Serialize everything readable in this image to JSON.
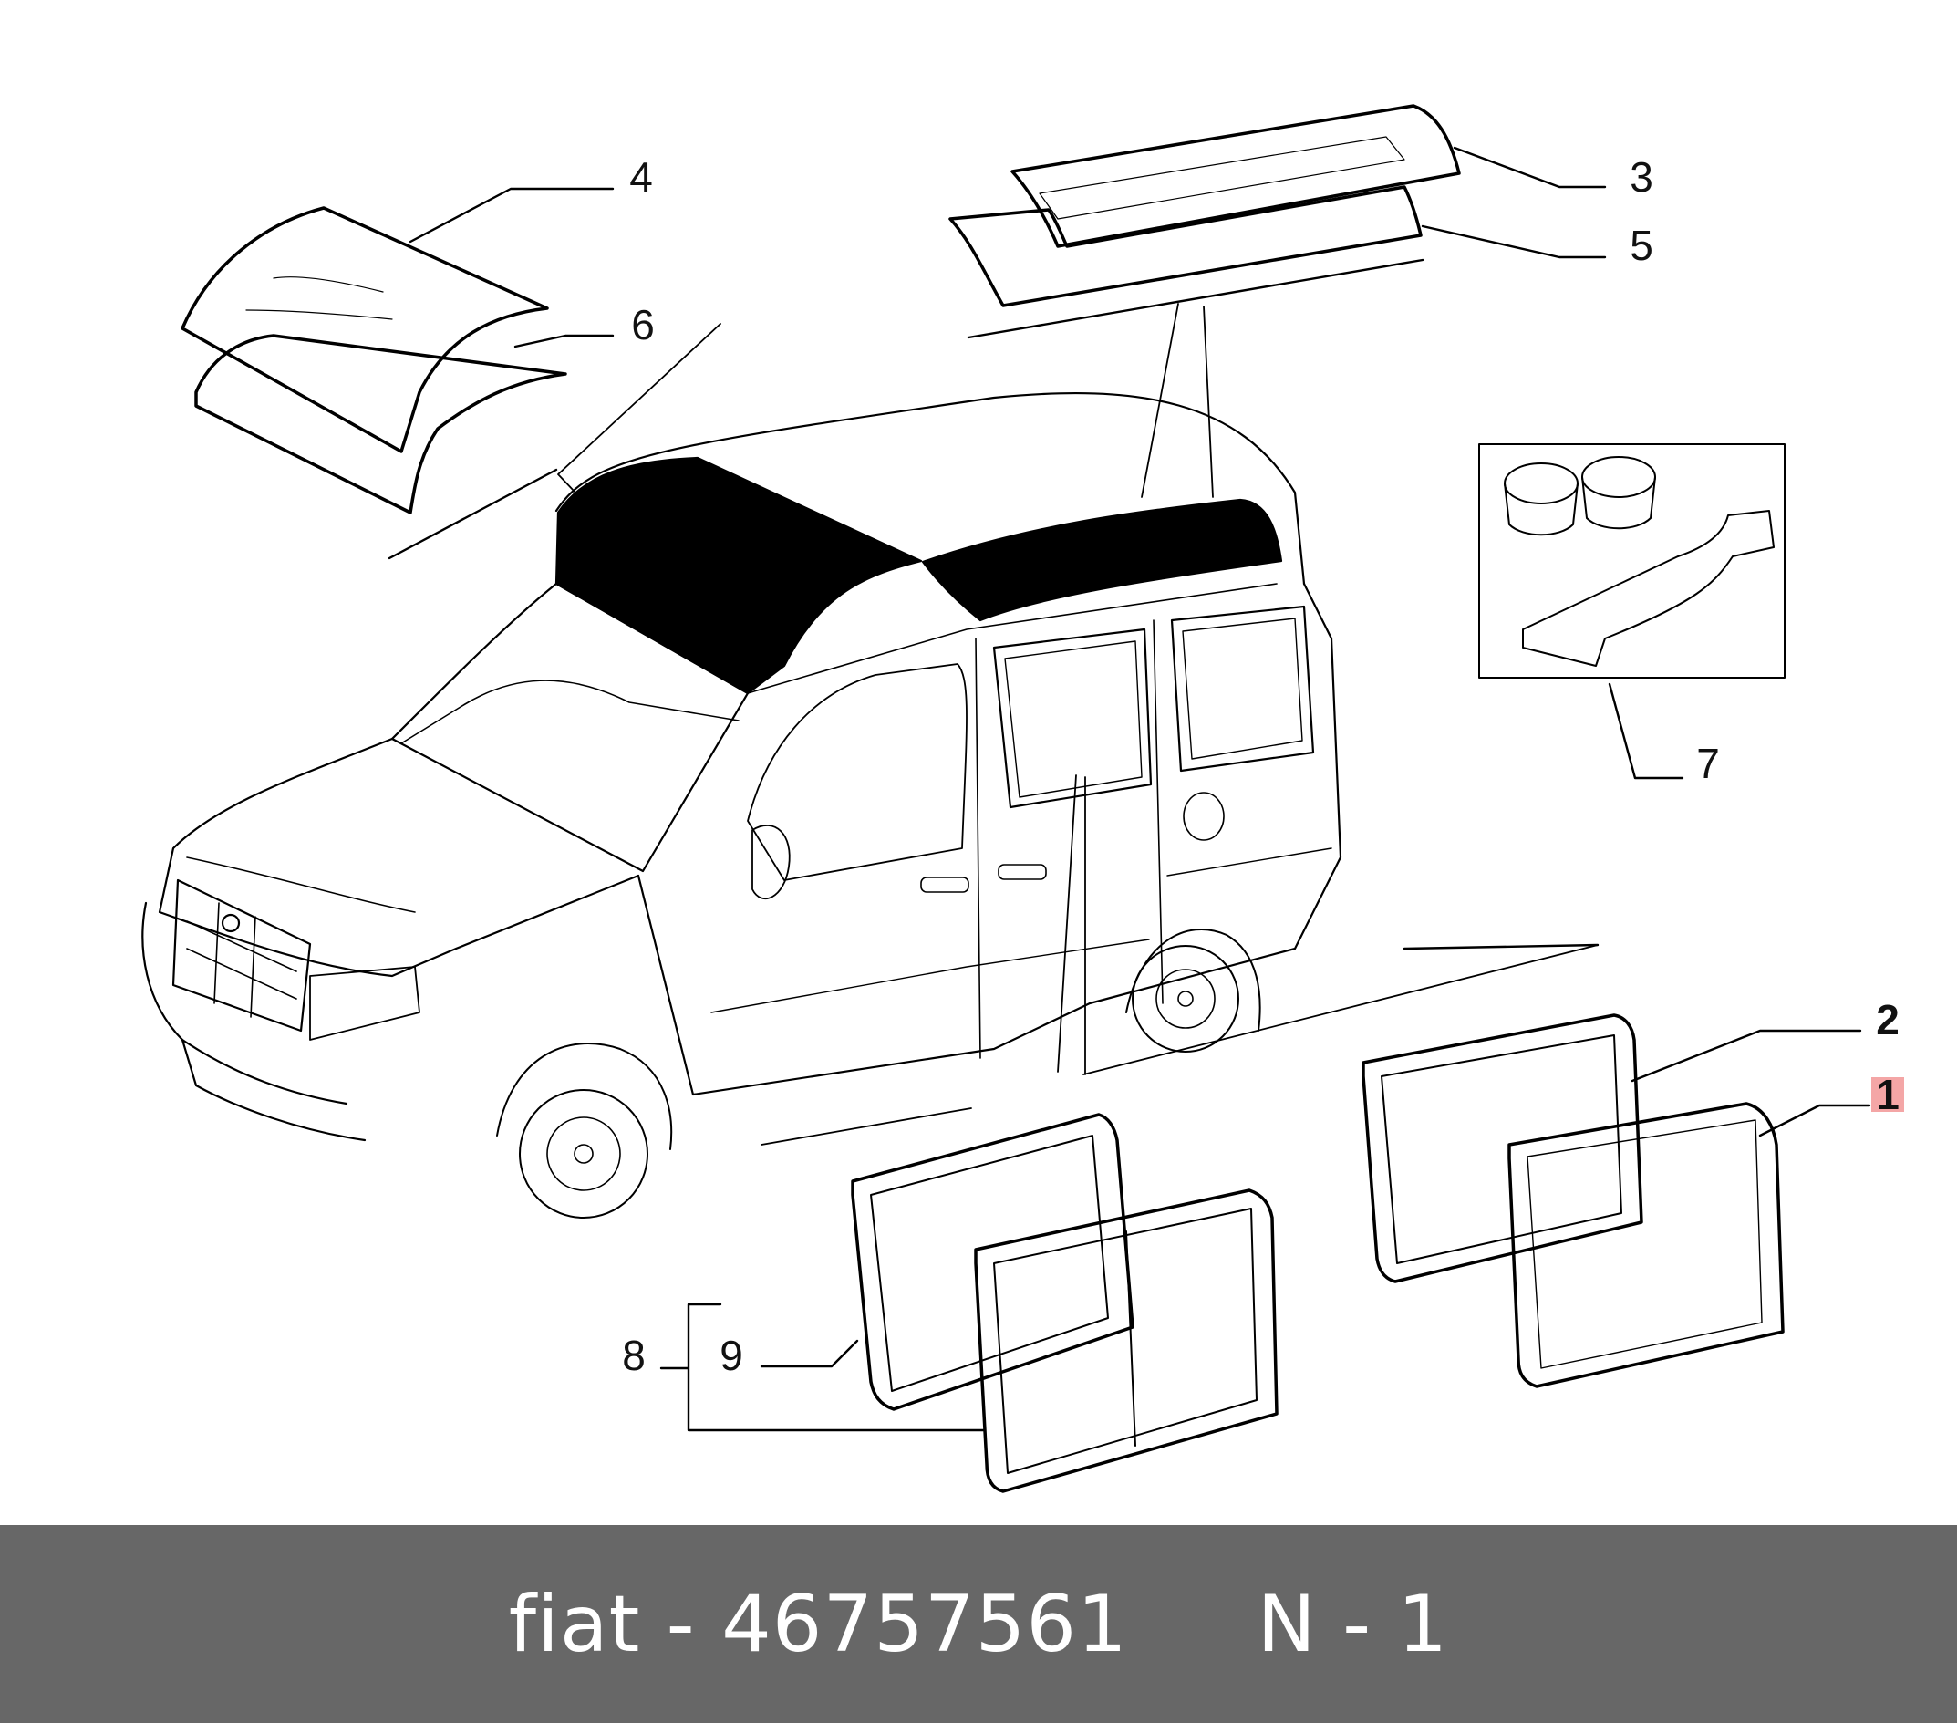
{
  "diagram": {
    "callouts": [
      {
        "id": "1",
        "label": "1",
        "highlighted": true
      },
      {
        "id": "2",
        "label": "2",
        "bold": true
      },
      {
        "id": "3",
        "label": "3"
      },
      {
        "id": "4",
        "label": "4"
      },
      {
        "id": "5",
        "label": "5"
      },
      {
        "id": "6",
        "label": "6"
      },
      {
        "id": "7",
        "label": "7"
      },
      {
        "id": "8",
        "label": "8"
      },
      {
        "id": "9",
        "label": "9"
      }
    ],
    "highlight_color": "#f4a6a6"
  },
  "footer": {
    "brand": "fiat",
    "separator": " - ",
    "part_number": "46757561",
    "position_label": "N - 1",
    "background": "#676767",
    "text_color": "#ffffff"
  }
}
